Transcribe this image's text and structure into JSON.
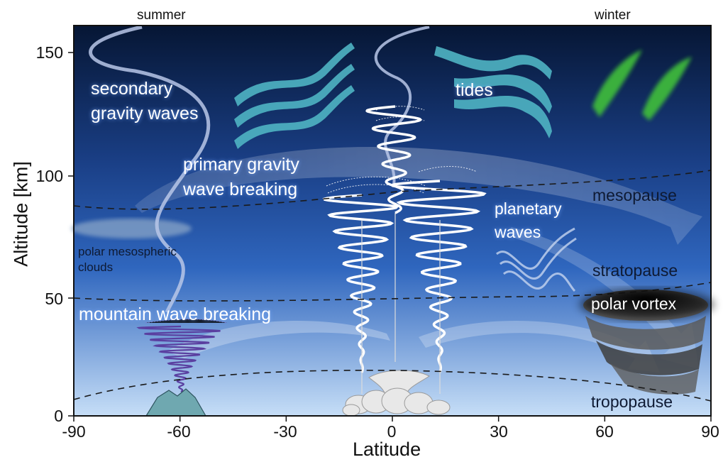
{
  "diagram": {
    "season_left": "summer",
    "season_right": "winter",
    "y_axis_title": "Altitude [km]",
    "x_axis_title": "Latitude",
    "x_ticks": [
      "-90",
      "-60",
      "-30",
      "0",
      "30",
      "60",
      "90"
    ],
    "y_ticks": [
      "0",
      "50",
      "100",
      "150"
    ],
    "labels": {
      "secondary_gravity_waves_1": "secondary",
      "secondary_gravity_waves_2": "gravity waves",
      "tides": "tides",
      "primary_gw_breaking_1": "primary gravity",
      "primary_gw_breaking_2": "wave breaking",
      "mesopause": "mesopause",
      "planetary_waves_1": "planetary",
      "planetary_waves_2": "waves",
      "polar_mesospheric_clouds_1": "polar mesospheric",
      "polar_mesospheric_clouds_2": "clouds",
      "stratopause": "stratopause",
      "mountain_wave_breaking": "mountain wave breaking",
      "polar_vortex": "polar vortex",
      "tropopause": "tropopause"
    },
    "colors": {
      "sky_top": "#061634",
      "sky_mid": "#1f4f9c",
      "sky_bottom": "#bcd8f6",
      "tide_band": "#4fb4c4",
      "aurora": "#3fbf3a",
      "dashed_line": "#1a1a1a",
      "wave_white": "#ffffff",
      "mountain_wave": "#5a3fa0"
    }
  }
}
